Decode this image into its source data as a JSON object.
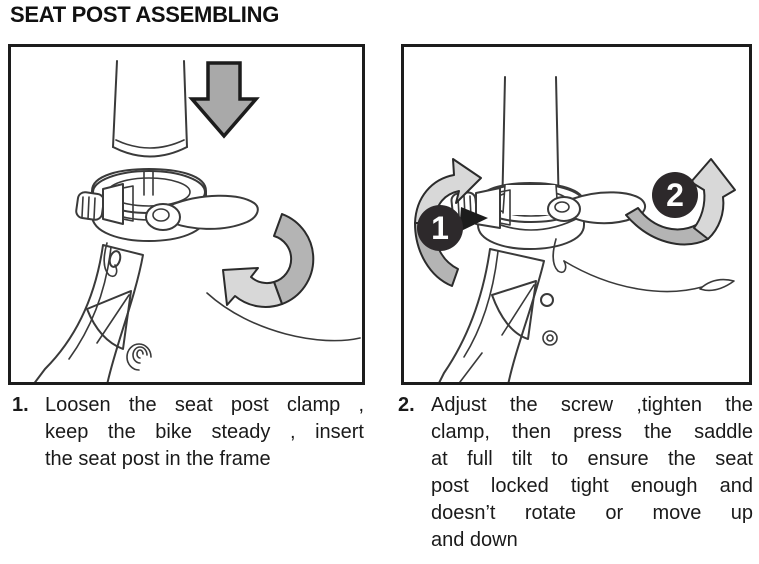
{
  "title": "SEAT POST ASSEMBLING",
  "colors": {
    "text": "#1a1a1a",
    "panel_border": "#1c1c1c",
    "block_arrow_gray": "#a9a9a9",
    "ribbon_dark_gray": "#b4b4b4",
    "ribbon_light_gray": "#d8d8d8",
    "badge_background": "#2d292b",
    "badge_text": "#ffffff"
  },
  "panels": [
    {
      "caption_number": "1.",
      "caption_lines": [
        "Loosen the seat post clamp ,",
        "keep the bike steady , insert",
        "the seat post in the frame"
      ],
      "icons": [
        "down-arrow-icon",
        "rotate-lever-arrow-icon",
        "seat-post-clamp-drawing"
      ]
    },
    {
      "caption_number": "2.",
      "caption_lines": [
        "Adjust the screw ,tighten the",
        "clamp, then press the saddle",
        "at full tilt to ensure the seat",
        "post locked tight enough and",
        "doesn’t rotate or move up",
        "and down"
      ],
      "badges": [
        "1",
        "2"
      ],
      "icons": [
        "screw-rotate-arrow-icon",
        "lever-close-arrow-icon",
        "pointer-triangle-icon",
        "seat-post-clamp-drawing"
      ]
    }
  ]
}
